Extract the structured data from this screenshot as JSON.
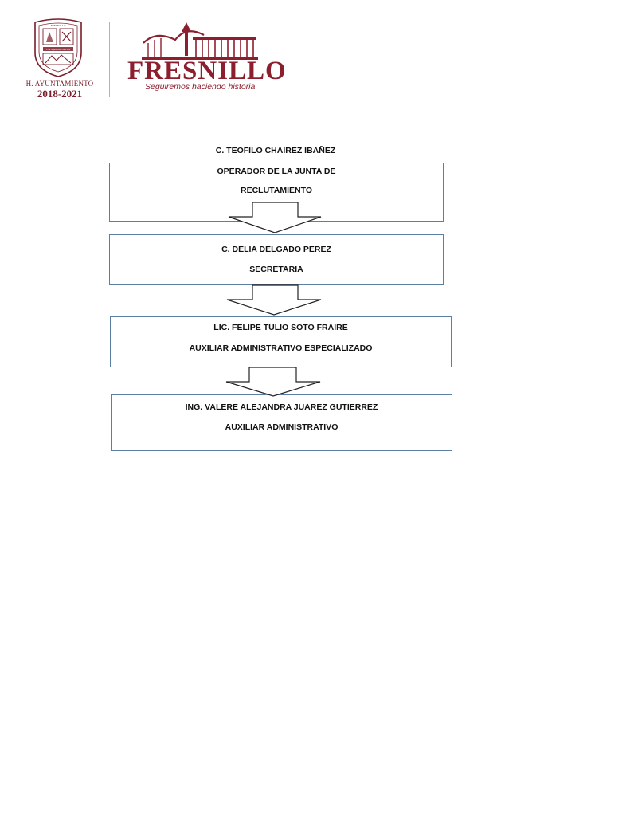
{
  "header": {
    "ayuntamiento": "H. AYUNTAMIENTO",
    "period": "2018-2021",
    "seal_texts": [
      "FRESNILLO",
      "2 de Septiembre de 1554"
    ],
    "brand_name": "FRESNILLO",
    "brand_slogan": "Seguiremos haciendo historia",
    "brand_color": "#8b1f2d",
    "seal_color": "#7a1d2a"
  },
  "chart": {
    "top_name": "C. TEOFILO CHAIREZ IBAÑEZ",
    "nodes": [
      {
        "lines": [
          "OPERADOR DE LA JUNTA DE",
          "RECLUTAMIENTO"
        ]
      },
      {
        "lines": [
          "C. DELIA DELGADO PEREZ",
          "SECRETARIA"
        ]
      },
      {
        "lines": [
          "LIC. FELIPE TULIO SOTO FRAIRE",
          "AUXILIAR ADMINISTRATIVO ESPECIALIZADO"
        ]
      },
      {
        "lines": [
          "ING. VALERE ALEJANDRA JUAREZ GUTIERREZ",
          "AUXILIAR ADMINISTRATIVO"
        ]
      }
    ],
    "box_border_color": "#5b7fa3"
  }
}
